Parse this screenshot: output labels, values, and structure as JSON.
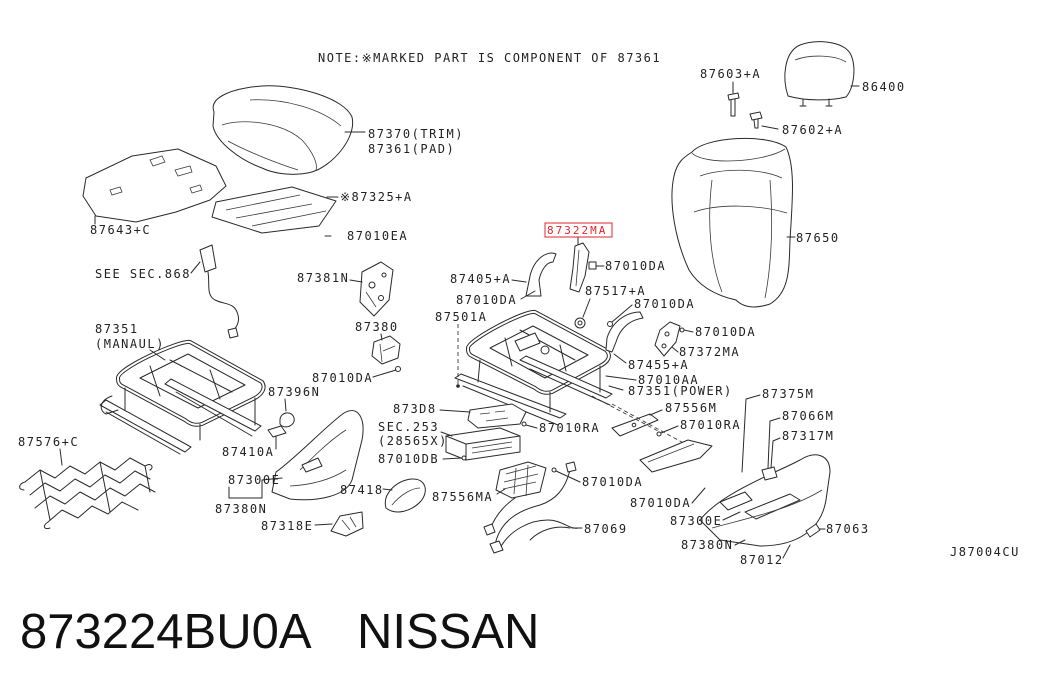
{
  "note": "NOTE:※MARKED PART IS COMPONENT OF 87361",
  "highlight_label": "87322MA",
  "labels": {
    "l_87603a": "87603+A",
    "l_86400": "86400",
    "l_87602a": "87602+A",
    "l_87370": "87370(TRIM)",
    "l_87361": "87361(PAD)",
    "l_87325a": "※87325+A",
    "l_87643c": "87643+C",
    "l_87010ea": "87010EA",
    "l_87650": "87650",
    "l_see_sec": "SEE SEC.868",
    "l_87381n": "87381N",
    "l_87405a": "87405+A",
    "l_87010da_1": "87010DA",
    "l_87517a": "87517+A",
    "l_87010da_2": "87010DA",
    "l_87010da_3": "87010DA",
    "l_87380": "87380",
    "l_87501a": "87501A",
    "l_87351": "87351",
    "l_manaul": "(MANAUL)",
    "l_87010da_4": "87010DA",
    "l_87372ma": "87372MA",
    "l_87455a": "87455+A",
    "l_87010da_5": "87010DA",
    "l_87010aa": "87010AA",
    "l_87351_power": "87351(POWER)",
    "l_87396n": "87396N",
    "l_87375m": "87375M",
    "l_873d8": "873D8",
    "l_87556m": "87556M",
    "l_87066m": "87066M",
    "l_sec253": "SEC.253",
    "l_28565x": "(28565X)",
    "l_87010ra_1": "87010RA",
    "l_87010ra_2": "87010RA",
    "l_87317m": "87317M",
    "l_87576c": "87576+C",
    "l_87410a": "87410A",
    "l_87010db": "87010DB",
    "l_87300e_1": "87300E",
    "l_87010da_6": "87010DA",
    "l_87418": "87418",
    "l_87556ma": "87556MA",
    "l_87010da_7": "87010DA",
    "l_87380n_1": "87380N",
    "l_87300e_2": "87300E",
    "l_87318e": "87318E",
    "l_87069": "87069",
    "l_87063": "87063",
    "l_87380n_2": "87380N",
    "l_87012": "87012"
  },
  "diagram_code": "J87004CU",
  "part_number": "873224BU0A",
  "brand": "NISSAN",
  "colors": {
    "ink": "#222222",
    "highlight": "#e3262c",
    "background": "#ffffff"
  }
}
